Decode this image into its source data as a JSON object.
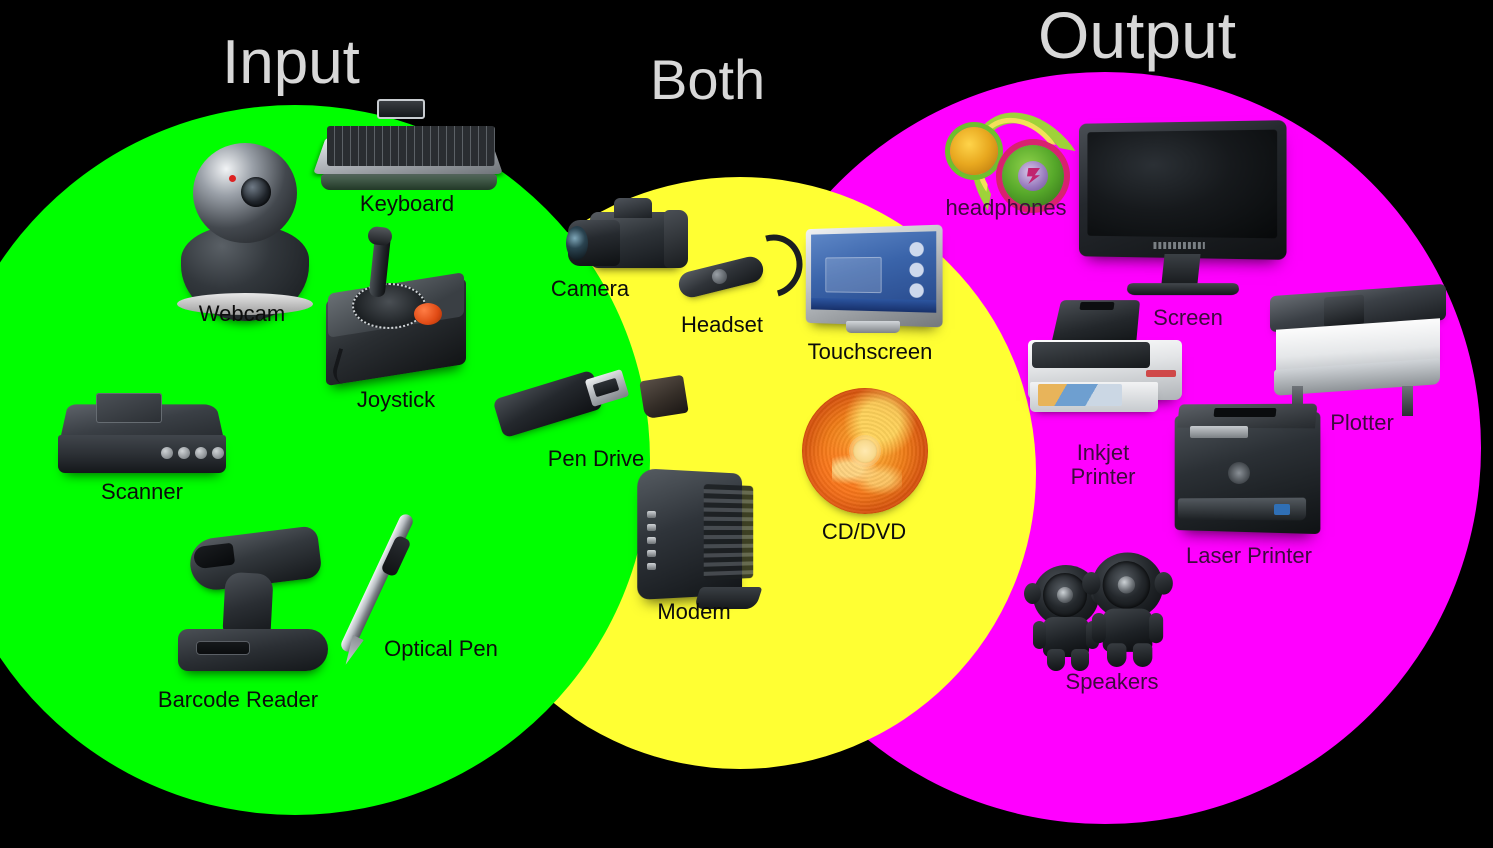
{
  "diagram": {
    "type": "venn",
    "title_text": "Input / Both / Output devices Venn diagram",
    "background_color": "#000000"
  },
  "sets": {
    "input": {
      "heading": "Input",
      "fill_color": "#00ff00",
      "label_color": "#0c0c0c"
    },
    "both": {
      "heading": "Both",
      "fill_color": "#ffff33",
      "label_color": "#0c0c0c"
    },
    "output": {
      "heading": "Output",
      "fill_color": "#ff00ff",
      "label_color": "#3d0b3d"
    }
  },
  "heading_color": "#d8d8d8",
  "items": {
    "input": [
      {
        "label": "Webcam",
        "icon": "webcam-icon"
      },
      {
        "label": "Keyboard",
        "icon": "keyboard-icon"
      },
      {
        "label": "Joystick",
        "icon": "joystick-icon"
      },
      {
        "label": "Scanner",
        "icon": "scanner-icon"
      },
      {
        "label": "Barcode Reader",
        "icon": "barcode-reader-icon"
      },
      {
        "label": "Optical Pen",
        "icon": "optical-pen-icon"
      }
    ],
    "both": [
      {
        "label": "Camera",
        "icon": "camera-icon"
      },
      {
        "label": "Headset",
        "icon": "headset-icon"
      },
      {
        "label": "Touchscreen",
        "icon": "touchscreen-icon"
      },
      {
        "label": "Pen Drive",
        "icon": "pen-drive-icon"
      },
      {
        "label": "Modem",
        "icon": "modem-icon"
      },
      {
        "label": "CD/DVD",
        "icon": "cd-dvd-icon"
      }
    ],
    "output": [
      {
        "label": "headphones",
        "icon": "headphones-icon"
      },
      {
        "label": "Screen",
        "icon": "monitor-icon"
      },
      {
        "label": "Inkjet\nPrinter",
        "icon": "inkjet-printer-icon"
      },
      {
        "label": "Plotter",
        "icon": "plotter-icon"
      },
      {
        "label": "Laser Printer",
        "icon": "laser-printer-icon"
      },
      {
        "label": "Speakers",
        "icon": "speakers-icon"
      }
    ]
  }
}
